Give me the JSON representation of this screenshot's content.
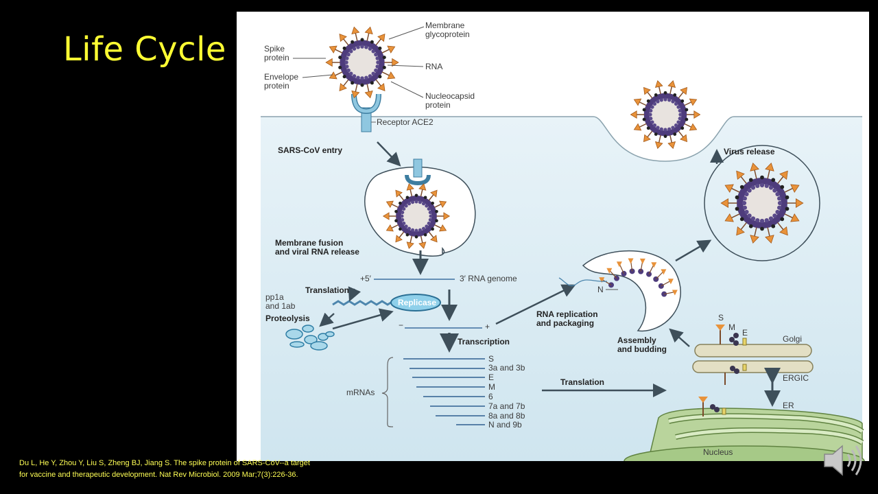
{
  "slide": {
    "title": "Life Cycle"
  },
  "figure": {
    "labels": {
      "spike_protein_1": "Spike",
      "spike_protein_2": "protein",
      "envelope_protein_1": "Envelope",
      "envelope_protein_2": "protein",
      "membrane_glyco_1": "Membrane",
      "membrane_glyco_2": "glycoprotein",
      "rna": "RNA",
      "nucleocapsid_1": "Nucleocapsid",
      "nucleocapsid_2": "protein",
      "receptor": "Receptor ACE2",
      "entry": "SARS-CoV entry",
      "fusion_1": "Membrane fusion",
      "fusion_2": "and viral RNA release",
      "plus5": "+5′",
      "genome": "3′ RNA genome",
      "translation_top": "Translation",
      "pp1a": "pp1a",
      "lab": "and 1ab",
      "proteolysis": "Proteolysis",
      "replicase": "Replicase",
      "minus": "−",
      "plus": "+",
      "transcription": "Transcription",
      "mrnas": "mRNAs",
      "mrna_list": [
        "S",
        "3a and 3b",
        "E",
        "M",
        "6",
        "7a and 7b",
        "8a and 8b",
        "N and 9b"
      ],
      "translation_bottom": "Translation",
      "n_label": "N",
      "rna_rep_1": "RNA replication",
      "rna_rep_2": "and packaging",
      "assembly_1": "Assembly",
      "assembly_2": "and budding",
      "s_label": "S",
      "m_label": "M",
      "e_label": "E",
      "golgi": "Golgi",
      "ergic": "ERGIC",
      "er": "ER",
      "nucleus": "Nucleus",
      "virus_release": "Virus release"
    }
  },
  "citation": {
    "line1": "Du L, He Y, Zhou Y, Liu S, Zheng BJ, Jiang S. The spike protein of SARS-CoV--a target",
    "line2": "for vaccine and therapeutic development. Nat Rev Microbiol. 2009 Mar;7(3):226-36."
  },
  "icons": {
    "speaker": "speaker-icon"
  },
  "colors": {
    "title": "#ffff33",
    "cell": "#d9ecf3",
    "spike": "#e8923a",
    "membrane_purple": "#4e3c7c"
  }
}
